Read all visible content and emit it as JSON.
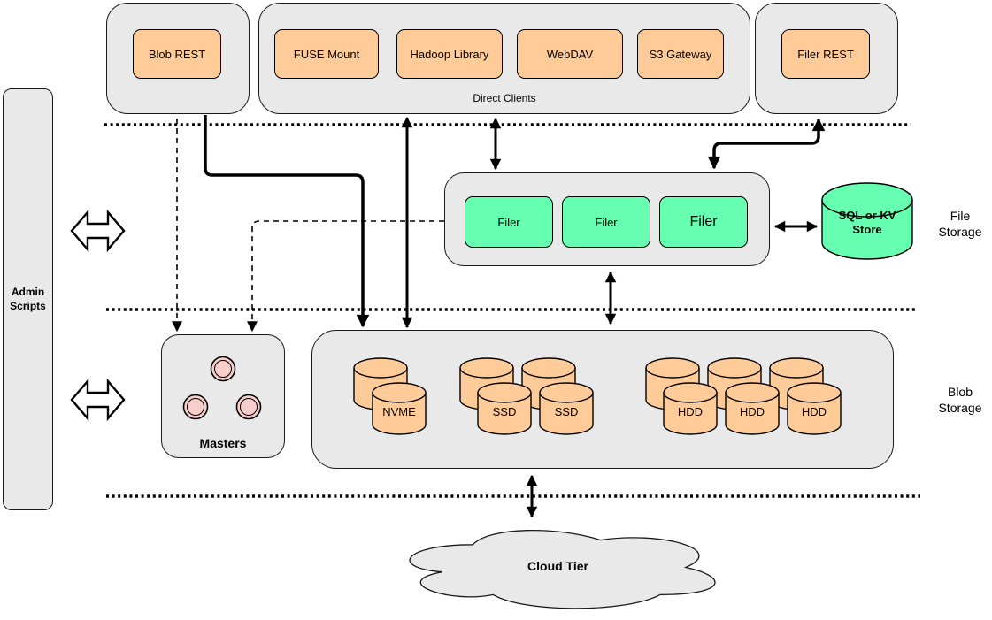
{
  "admin_panel": {
    "label": "Admin Scripts"
  },
  "top_row": {
    "blob_rest": "Blob REST",
    "direct_clients": {
      "label": "Direct Clients",
      "clients": [
        "FUSE Mount",
        "Hadoop Library",
        "WebDAV",
        "S3 Gateway"
      ]
    },
    "filer_rest": "Filer REST"
  },
  "file_storage_tier": {
    "tier_label": "File Storage",
    "filers": [
      "Filer",
      "Filer",
      "Filer"
    ],
    "metadata_store": "SQL or KV Store"
  },
  "blob_storage_tier": {
    "tier_label": "Blob Storage",
    "masters_label": "Masters",
    "master_count": 3,
    "disks": [
      "NVME",
      "SSD",
      "SSD",
      "HDD",
      "HDD",
      "HDD"
    ]
  },
  "cloud_tier": {
    "label": "Cloud Tier"
  },
  "colors": {
    "client_node_fill": "#FFCC99",
    "filer_node_fill": "#66FFB2",
    "master_node_fill": "#F8CECC",
    "container_fill": "#E9E9E9",
    "line": "#000000"
  }
}
